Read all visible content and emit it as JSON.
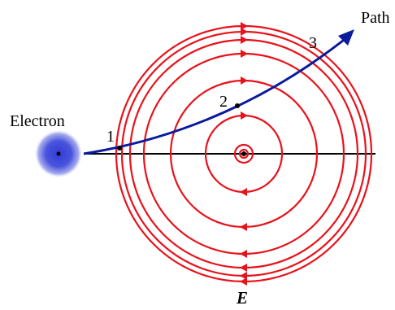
{
  "labels": {
    "electron": "Electron",
    "path": "Path",
    "field": "E",
    "point_1": "1",
    "point_2": "2",
    "point_3": "3"
  },
  "colors": {
    "field_lines": "#e8121b",
    "path": "#0a1a9c",
    "electron": "#3b45d8",
    "axis": "#000000"
  },
  "field_line_count": 8
}
